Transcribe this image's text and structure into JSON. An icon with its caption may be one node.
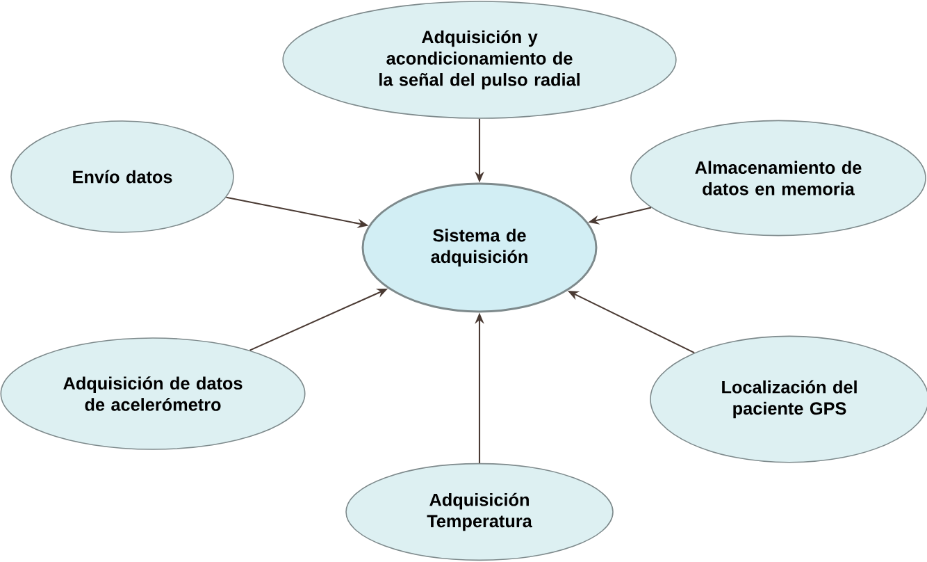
{
  "diagram": {
    "nodes": [
      {
        "text": [
          "Sistema de adquisición"
        ]
      },
      {
        "text": [
          "Adquisición y acondicionamiento de la señal del pulso radial"
        ]
      },
      {
        "text": [
          "Envío datos"
        ]
      },
      {
        "text": [
          "Almacenamiento de datos en memoria"
        ]
      },
      {
        "text": [
          "Adquisición de datos de acelerómetro"
        ]
      },
      {
        "text": [
          "Localización del paciente GPS"
        ]
      },
      {
        "text": [
          "Adquisición Temperatura"
        ]
      }
    ],
    "edges": [
      {
        "from": 1,
        "to": 0,
        "arrow": "to"
      },
      {
        "from": 2,
        "to": 0,
        "arrow": "to"
      },
      {
        "from": 3,
        "to": 0,
        "arrow": "to"
      },
      {
        "from": 4,
        "to": 0,
        "arrow": "to"
      },
      {
        "from": 5,
        "to": 0,
        "arrow": "to"
      },
      {
        "from": 6,
        "to": 0,
        "arrow": "to"
      }
    ]
  }
}
